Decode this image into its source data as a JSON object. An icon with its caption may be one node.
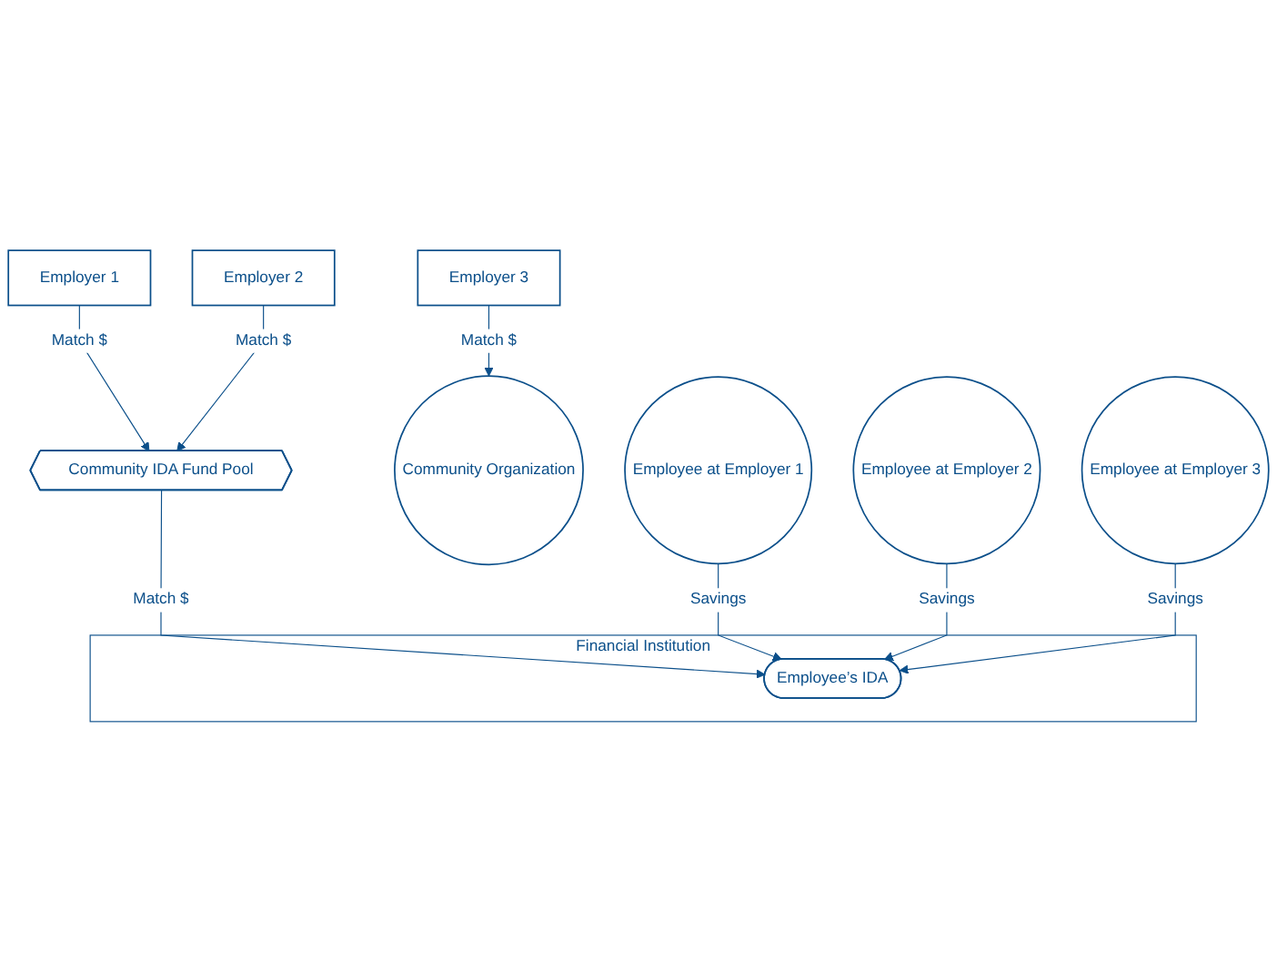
{
  "diagram": {
    "nodes": [
      {
        "text": [
          "Employer 1"
        ]
      },
      {
        "text": [
          "Employer 2"
        ]
      },
      {
        "text": [
          "Employer 3"
        ]
      },
      {
        "text": [
          "Community IDA Fund Pool"
        ]
      },
      {
        "text": [
          "Community Organization"
        ]
      },
      {
        "text": [
          "Financial Institution"
        ]
      },
      {
        "text": [
          "Employee’s IDA"
        ],
        "in": 5
      },
      {
        "text": [
          "Employee at Employer 1"
        ]
      },
      {
        "text": [
          "Employee at Employer 2"
        ]
      },
      {
        "text": [
          "Employee at Employer 3"
        ]
      }
    ],
    "edges": [
      {
        "from": 0,
        "to": 3,
        "label": "Match $",
        "arrow": "to"
      },
      {
        "from": 1,
        "to": 3,
        "label": "Match $",
        "arrow": "to"
      },
      {
        "from": 2,
        "to": 4,
        "label": "Match $",
        "arrow": "to"
      },
      {
        "from": 3,
        "to": 6,
        "label": "Match $",
        "arrow": "to"
      },
      {
        "from": 7,
        "to": 6,
        "label": "Savings",
        "arrow": "to"
      },
      {
        "from": 8,
        "to": 6,
        "label": "Savings",
        "arrow": "to"
      },
      {
        "from": 9,
        "to": 6,
        "label": "Savings",
        "arrow": "to"
      }
    ]
  }
}
